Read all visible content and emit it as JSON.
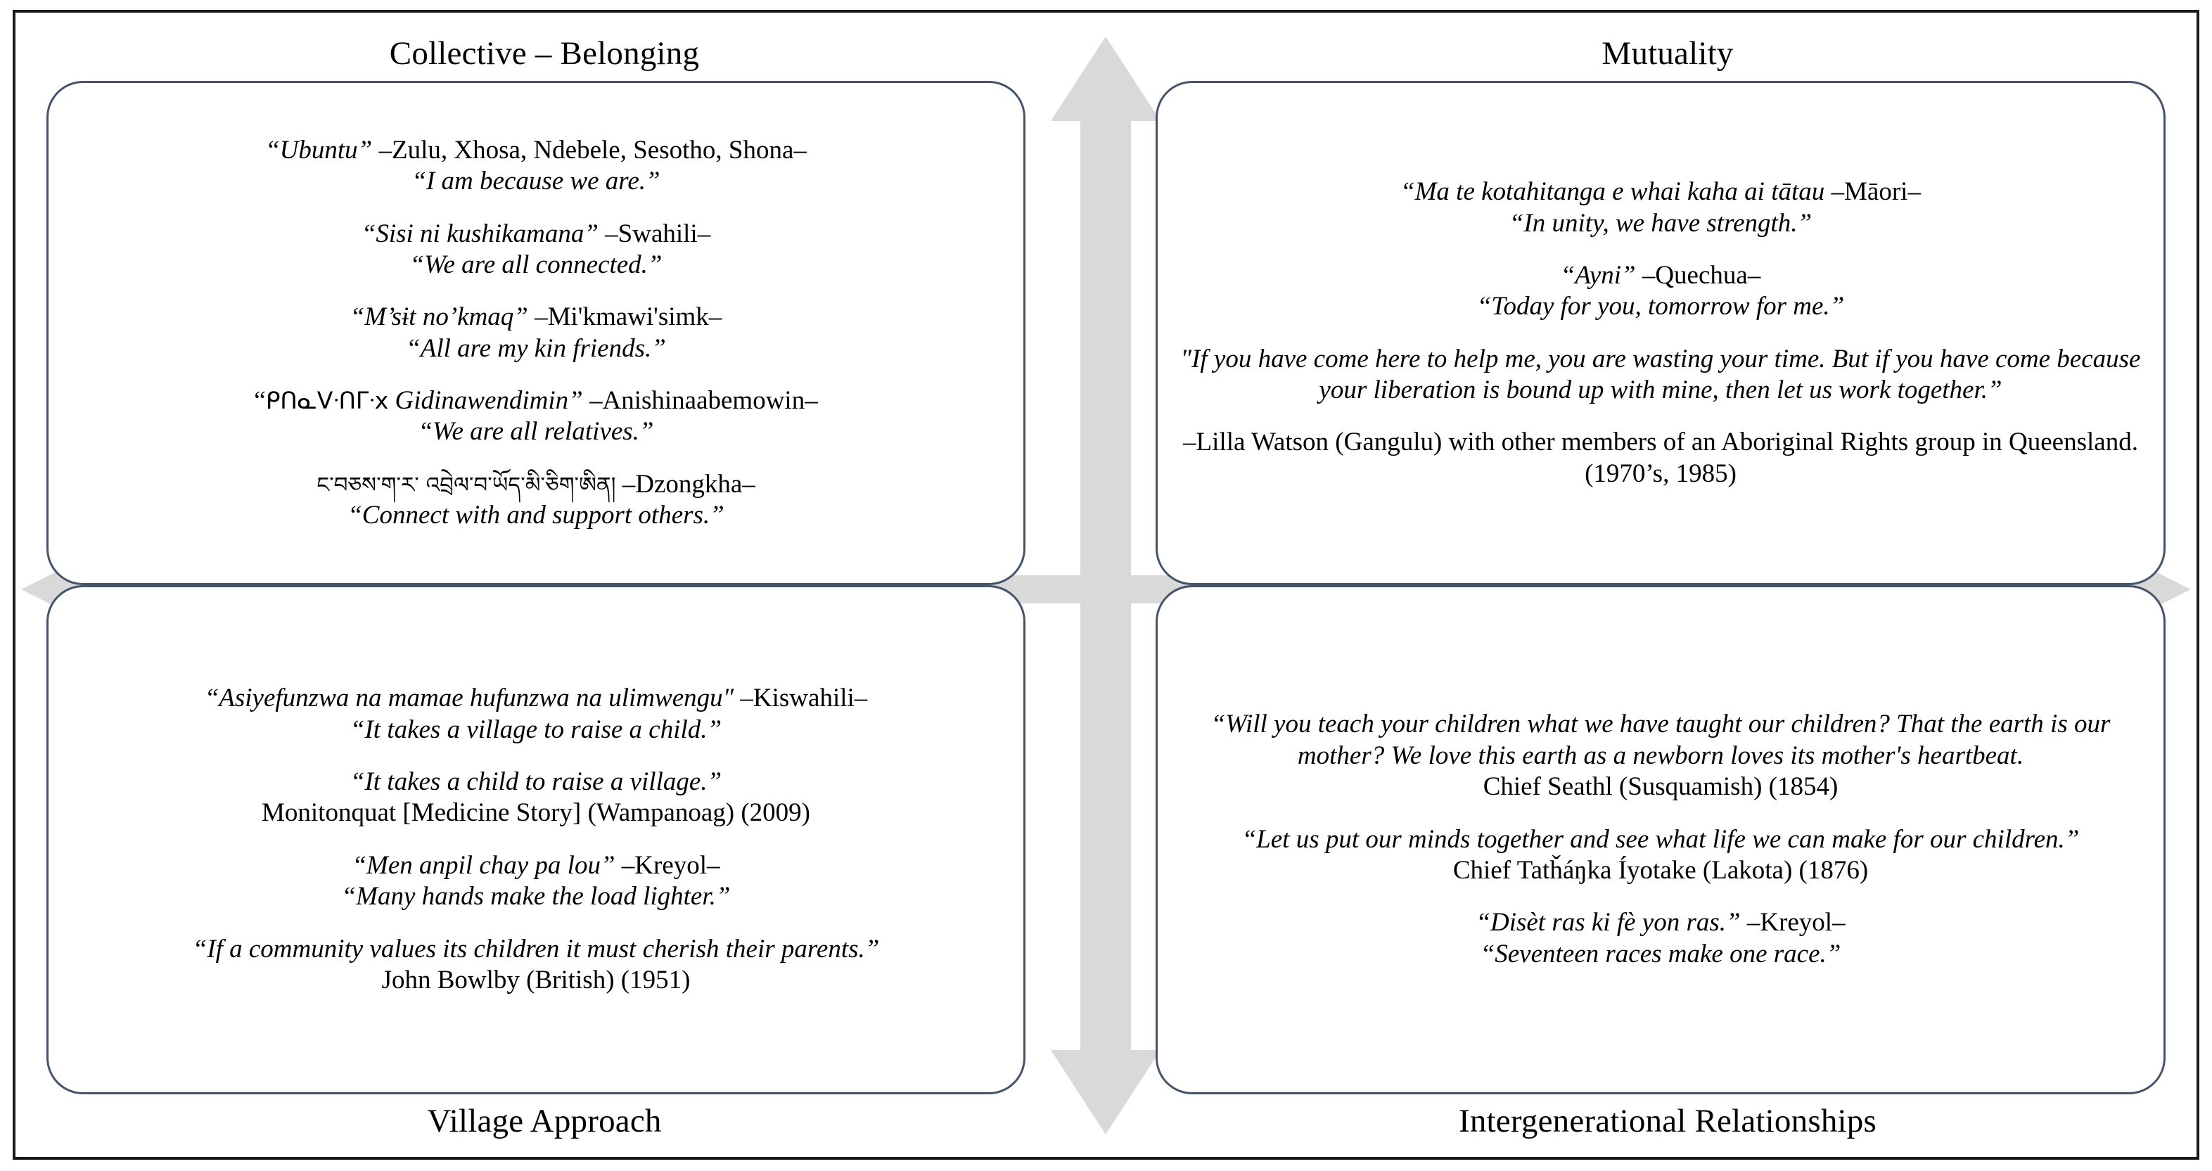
{
  "figure": {
    "type": "quadrant-diagram",
    "background": "#ffffff",
    "frame_color": "#1a1a1a",
    "card_border_color": "#44546a",
    "arrow_color": "#d9d9d9"
  },
  "axes": {
    "vertical_arrow": "double-headed-vertical-arrow",
    "horizontal_arrow": "double-headed-horizontal-arrow"
  },
  "quadrants": {
    "top_left": {
      "title": "Collective – Belonging",
      "quotes": [
        {
          "id": "ubuntu",
          "lines": [
            [
              {
                "text": "“Ubuntu”",
                "style": "italic"
              },
              {
                "text": " –Zulu, Xhosa, Ndebele, Sesotho, Shona–",
                "style": "roman"
              }
            ],
            [
              {
                "text": "“I am because we are.”",
                "style": "italic"
              }
            ]
          ]
        },
        {
          "id": "swahili-connected",
          "lines": [
            [
              {
                "text": "“Sisi ni kushikamana”",
                "style": "italic"
              },
              {
                "text": " –Swahili–",
                "style": "roman"
              }
            ],
            [
              {
                "text": "“We are all connected.”",
                "style": "italic"
              }
            ]
          ]
        },
        {
          "id": "mikmaq-kin",
          "lines": [
            [
              {
                "text": "“M’sɨt no’kmaq”",
                "style": "italic"
              },
              {
                "text": " –Mi'kmawi'simk–",
                "style": "roman"
              }
            ],
            [
              {
                "text": "“All are my kin friends.”",
                "style": "italic"
              }
            ]
          ]
        },
        {
          "id": "anishinaabemowin-relatives",
          "lines": [
            [
              {
                "text": "“",
                "style": "roman"
              },
              {
                "text": "ᑭᑎᓇᐯᐧᑎᒥᐧx",
                "style": "script"
              },
              {
                "text": " Gidinawendimin”",
                "style": "italic"
              },
              {
                "text": " –Anishinaabemowin–",
                "style": "roman"
              }
            ],
            [
              {
                "text": "“We are all relatives.”",
                "style": "italic"
              }
            ]
          ]
        },
        {
          "id": "dzongkha-connect",
          "lines": [
            [
              {
                "text": "ང་བཅས་ག་ར་ འབྲེལ་བ་ཡོད་མི་ཅིག་ཨིན།",
                "style": "script-tib"
              },
              {
                "text": " –Dzongkha–",
                "style": "roman"
              }
            ],
            [
              {
                "text": "“Connect with and support others.”",
                "style": "italic"
              }
            ]
          ]
        }
      ]
    },
    "top_right": {
      "title": "Mutuality",
      "quotes": [
        {
          "id": "maori-unity",
          "lines": [
            [
              {
                "text": "“Ma te kotahitanga e whai kaha ai tātau",
                "style": "italic"
              },
              {
                "text": " –Māori–",
                "style": "roman"
              }
            ],
            [
              {
                "text": "“In unity, we have strength.”",
                "style": "italic"
              }
            ]
          ]
        },
        {
          "id": "quechua-ayni",
          "lines": [
            [
              {
                "text": "“Ayni”",
                "style": "italic"
              },
              {
                "text": " –Quechua–",
                "style": "roman"
              }
            ],
            [
              {
                "text": "“Today for you, tomorrow for me.”",
                "style": "italic"
              }
            ]
          ]
        },
        {
          "id": "lilla-watson",
          "lines": [
            [
              {
                "text": "\"If you have come here to help me, you are wasting your time. But if you have come because your liberation is bound up with mine, then let us work together.”",
                "style": "italic"
              }
            ]
          ]
        },
        {
          "id": "lilla-watson-attribution",
          "lines": [
            [
              {
                "text": "–Lilla Watson (Gangulu) with other members of an Aboriginal Rights group in Queensland. (1970’s, 1985)",
                "style": "roman"
              }
            ]
          ]
        }
      ]
    },
    "bottom_left": {
      "title": "Village Approach",
      "quotes": [
        {
          "id": "kiswahili-village",
          "lines": [
            [
              {
                "text": "“Asiyefunzwa na mamae hufunzwa na ulimwengu\"",
                "style": "italic"
              },
              {
                "text": "  –Kiswahili–",
                "style": "roman"
              }
            ],
            [
              {
                "text": "“It takes a village to raise a child.”",
                "style": "italic"
              }
            ]
          ]
        },
        {
          "id": "monitonquat",
          "lines": [
            [
              {
                "text": "“It takes a child to raise a village.”",
                "style": "italic"
              }
            ],
            [
              {
                "text": "Monitonquat [Medicine Story] (Wampanoag) (2009)",
                "style": "roman"
              }
            ]
          ]
        },
        {
          "id": "kreyol-hands",
          "lines": [
            [
              {
                "text": "“Men anpil chay pa lou”",
                "style": "italic"
              },
              {
                "text": " –Kreyol–",
                "style": "roman"
              }
            ],
            [
              {
                "text": "“Many hands make the load lighter.”",
                "style": "italic"
              }
            ]
          ]
        },
        {
          "id": "john-bowlby",
          "lines": [
            [
              {
                "text": "“If a community values its children it must cherish their parents.”",
                "style": "italic"
              }
            ],
            [
              {
                "text": "John Bowlby (British) (1951)",
                "style": "roman"
              }
            ]
          ]
        }
      ]
    },
    "bottom_right": {
      "title": "Intergenerational Relationships",
      "quotes": [
        {
          "id": "chief-seathl",
          "lines": [
            [
              {
                "text": "“Will you teach your children what we have taught our children? That the earth is our mother? We love this earth as a newborn loves its mother's heartbeat.",
                "style": "italic"
              }
            ],
            [
              {
                "text": "Chief Seathl (Susquamish) (1854)",
                "style": "roman"
              }
            ]
          ]
        },
        {
          "id": "chief-tatanka-iyotake",
          "lines": [
            [
              {
                "text": "“Let us put our minds together and see what life we can make for our children.”",
                "style": "italic"
              }
            ],
            [
              {
                "text": "Chief Tatȟáŋka Íyotake (Lakota) (1876)",
                "style": "roman"
              }
            ]
          ]
        },
        {
          "id": "kreyol-seventeen",
          "lines": [
            [
              {
                "text": "“Disèt ras ki fè yon ras.”",
                "style": "italic"
              },
              {
                "text": " –Kreyol–",
                "style": "roman"
              }
            ],
            [
              {
                "text": "“Seventeen races make one race.”",
                "style": "italic"
              }
            ]
          ]
        }
      ]
    }
  }
}
